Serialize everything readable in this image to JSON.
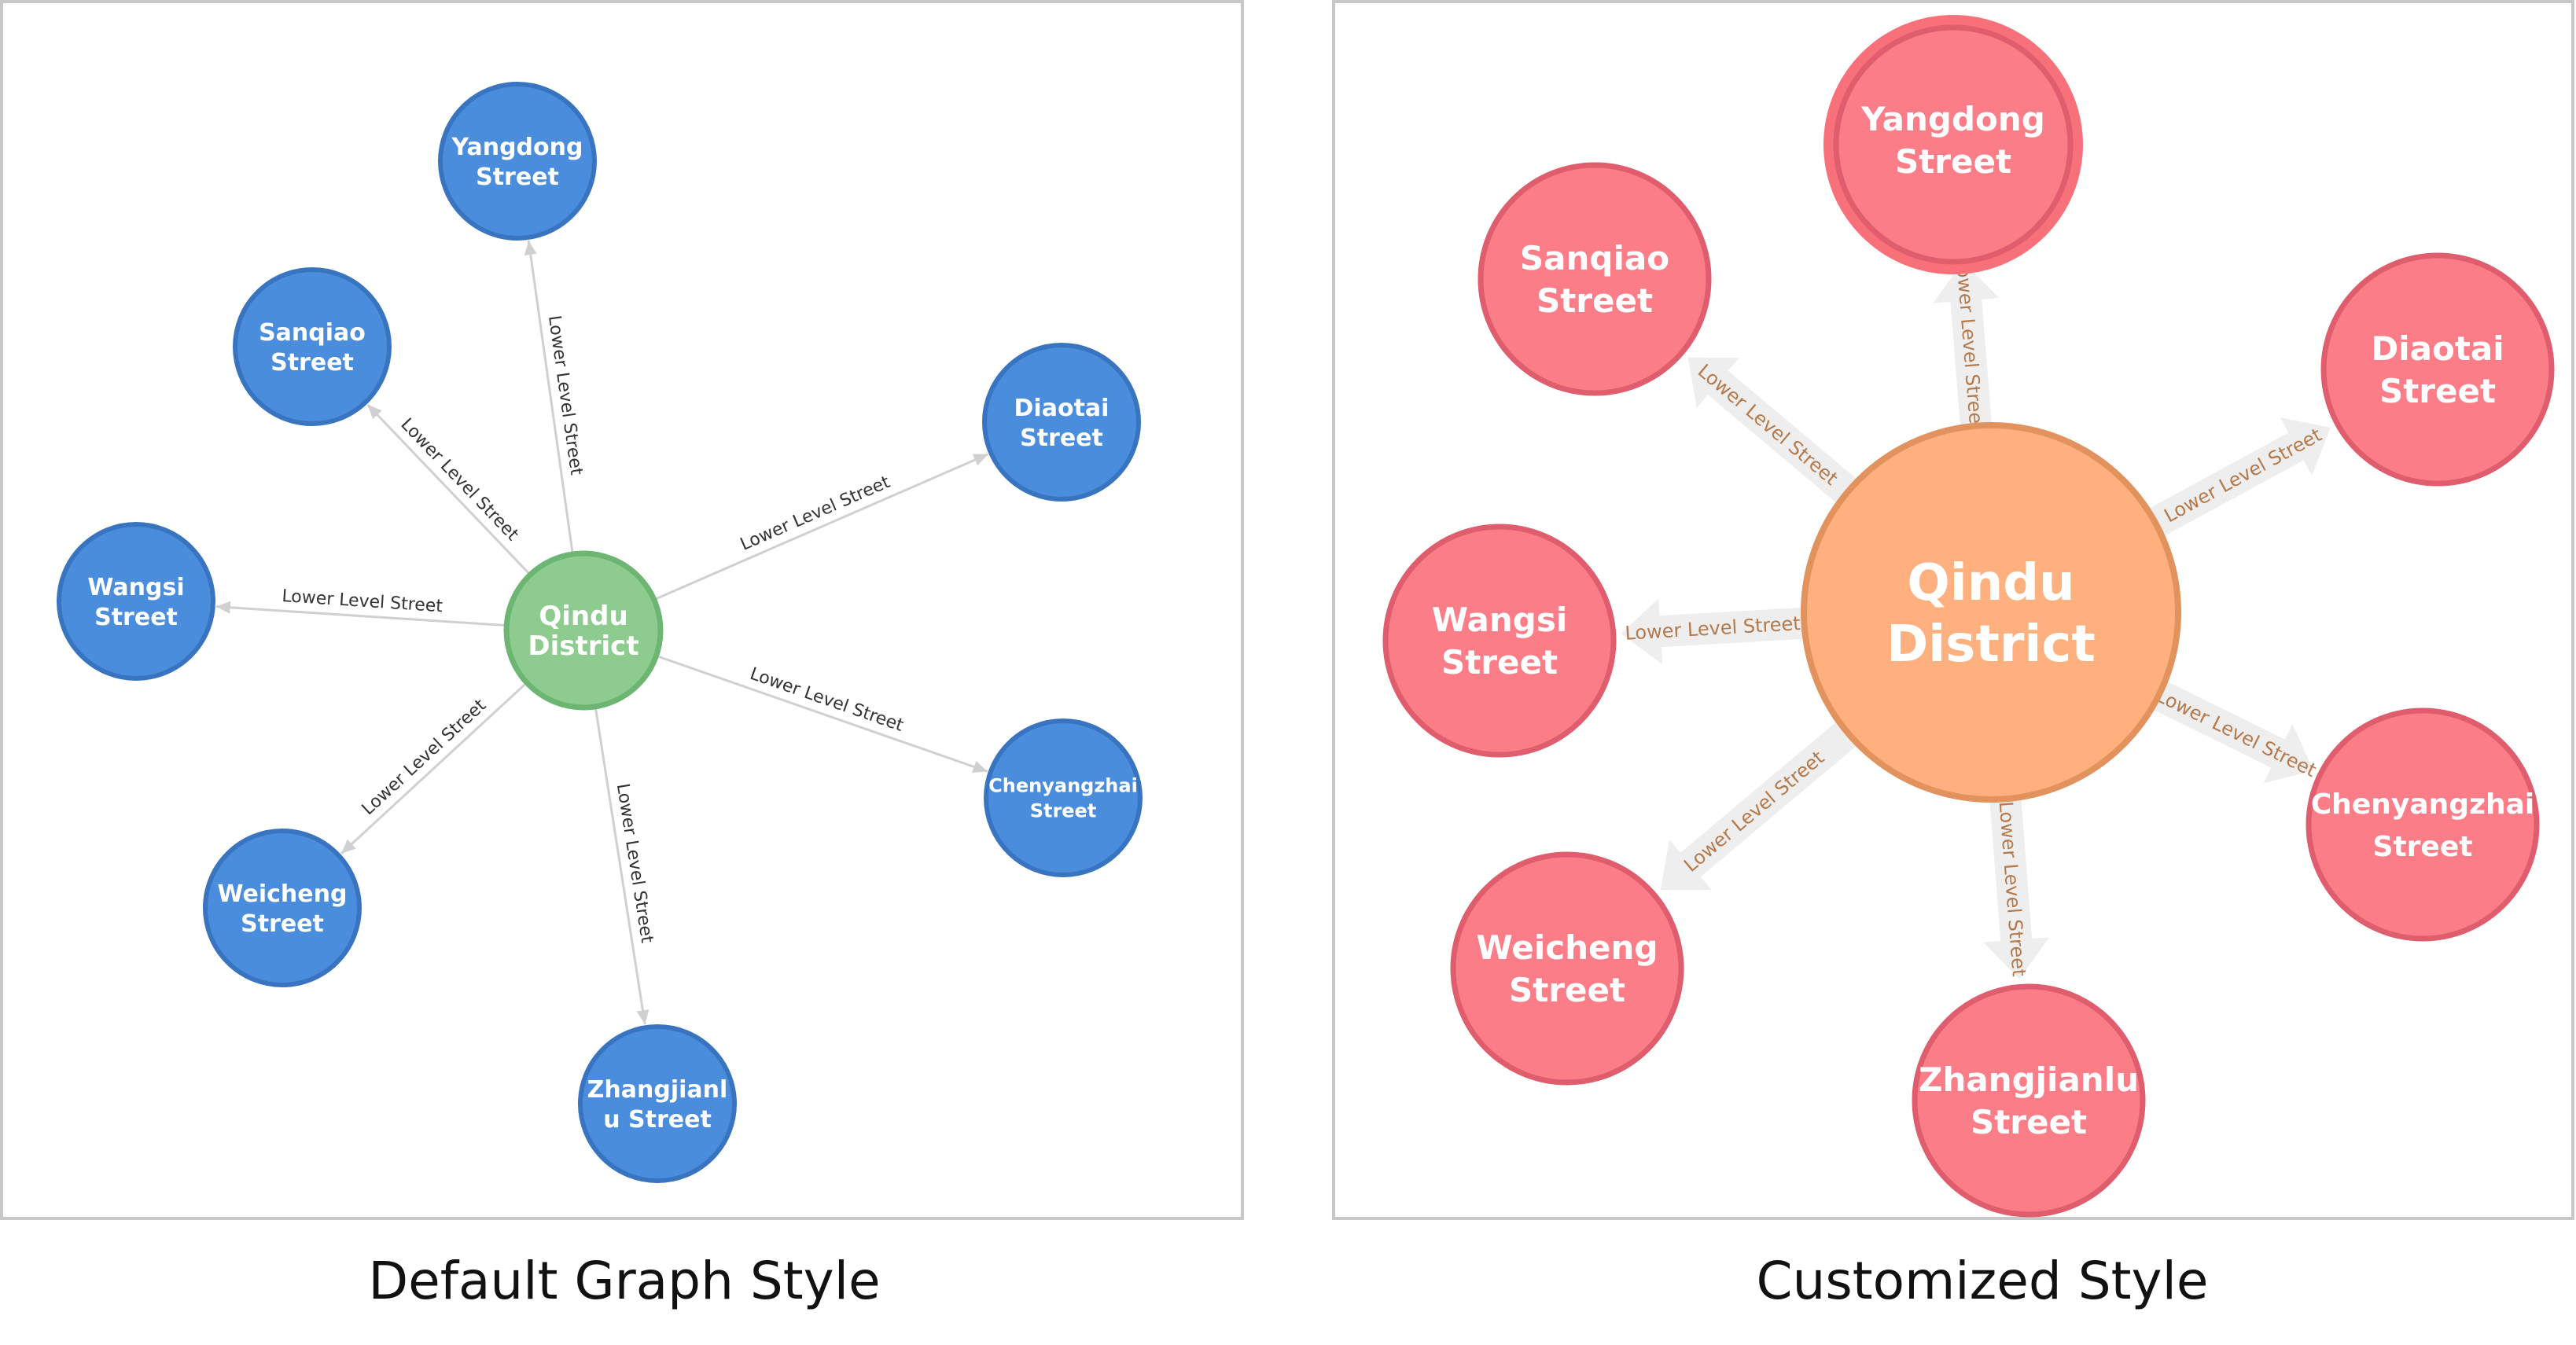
{
  "panels": [
    {
      "caption": "Default Graph Style",
      "center": {
        "lines": [
          "Qindu",
          "District"
        ],
        "fill": "#8dcb8f",
        "stroke": "#6db572"
      },
      "node_style": {
        "fill": "#4a8ddc",
        "stroke": "#3874c0"
      },
      "edge_style": {
        "line": "#d0d0d0",
        "text": "#333333"
      },
      "edge_label": "Lower Level Street",
      "nodes": [
        {
          "id": "yangdong",
          "lines": [
            "Yangdong",
            "Street"
          ]
        },
        {
          "id": "sanqiao",
          "lines": [
            "Sanqiao",
            "Street"
          ]
        },
        {
          "id": "diaotai",
          "lines": [
            "Diaotai",
            "Street"
          ]
        },
        {
          "id": "wangsi",
          "lines": [
            "Wangsi",
            "Street"
          ]
        },
        {
          "id": "chenyangzhai",
          "lines": [
            "Chenyangzhai",
            "Street"
          ]
        },
        {
          "id": "weicheng",
          "lines": [
            "Weicheng",
            "Street"
          ]
        },
        {
          "id": "zhangjianlu",
          "lines": [
            "Zhangjianl",
            "u Street"
          ]
        }
      ]
    },
    {
      "caption": "Customized Style",
      "center": {
        "lines": [
          "Qindu",
          "District"
        ],
        "fill": "#feb07e",
        "stroke": "#e2925c"
      },
      "node_style": {
        "fill": "#fb7d88",
        "stroke": "#df5d6d",
        "highlight_ring": "#f8707a"
      },
      "edge_style": {
        "arrow": "#eeeeee",
        "text": "#b47a4c"
      },
      "edge_label": "Lower Level Street",
      "highlighted_node": "yangdong",
      "nodes": [
        {
          "id": "yangdong",
          "lines": [
            "Yangdong",
            "Street"
          ]
        },
        {
          "id": "sanqiao",
          "lines": [
            "Sanqiao",
            "Street"
          ]
        },
        {
          "id": "diaotai",
          "lines": [
            "Diaotai",
            "Street"
          ]
        },
        {
          "id": "wangsi",
          "lines": [
            "Wangsi",
            "Street"
          ]
        },
        {
          "id": "chenyangzhai",
          "lines": [
            "Chenyangzhai",
            "Street"
          ]
        },
        {
          "id": "weicheng",
          "lines": [
            "Weicheng",
            "Street"
          ]
        },
        {
          "id": "zhangjianlu",
          "lines": [
            "Zhangjianlu",
            "Street"
          ]
        }
      ]
    }
  ]
}
